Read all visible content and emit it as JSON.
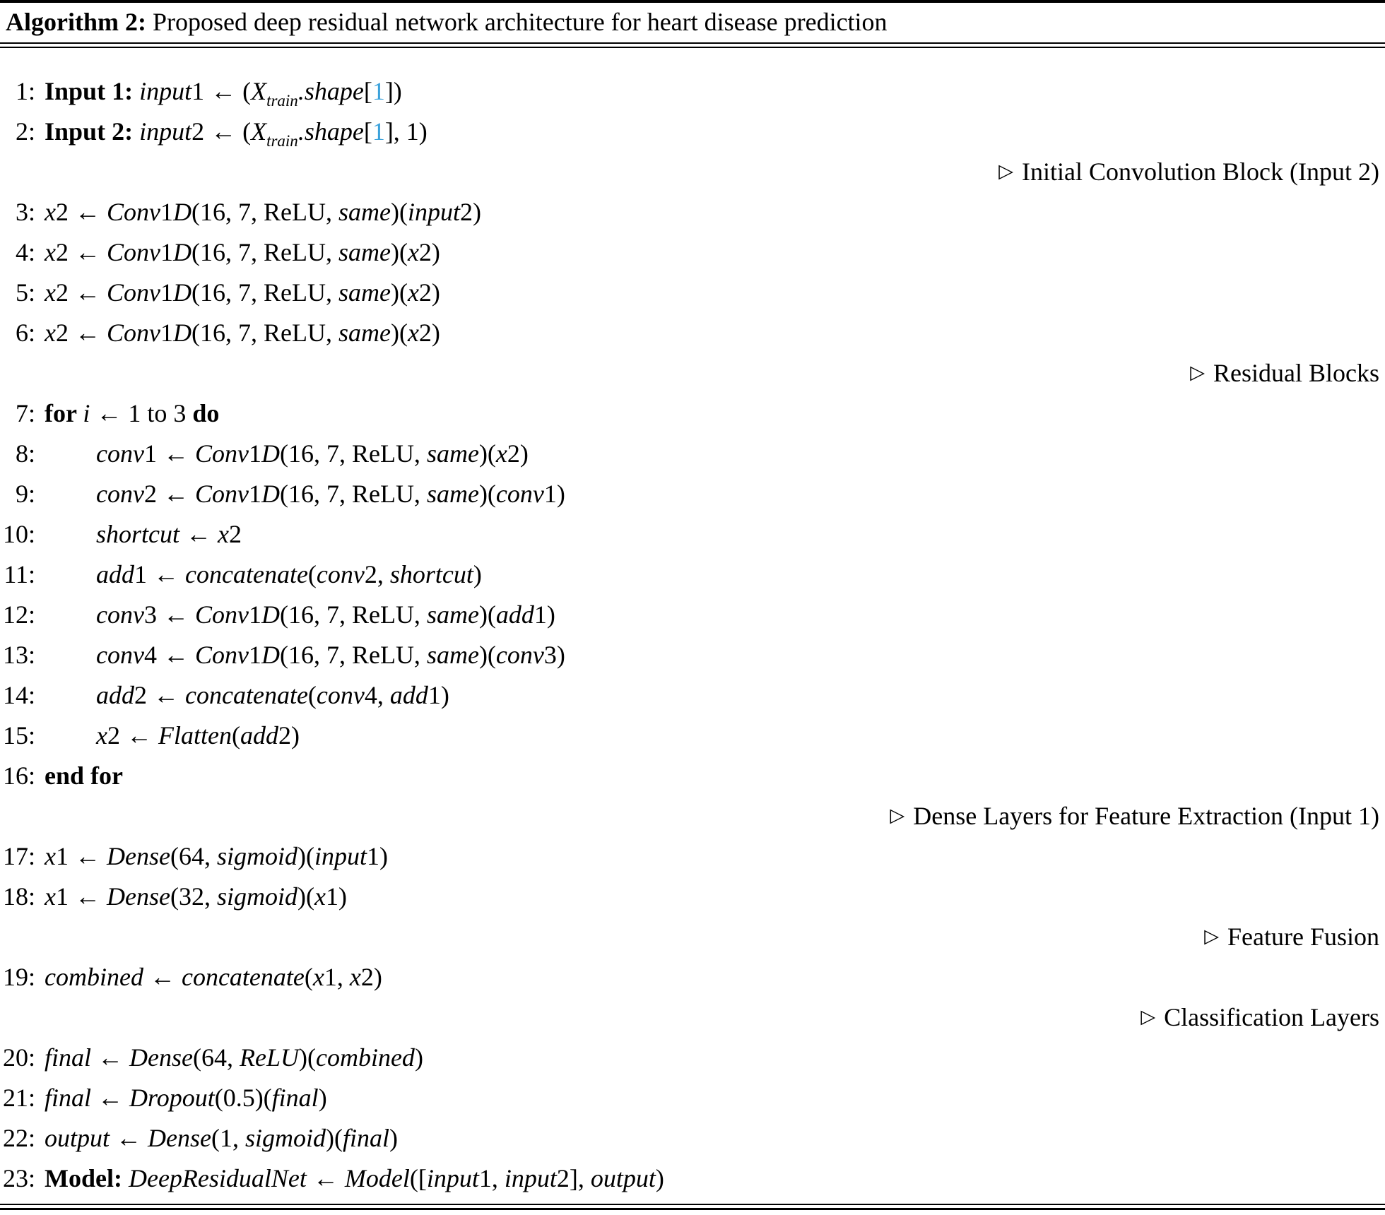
{
  "title": {
    "label": "Algorithm 2:",
    "text": " Proposed deep residual network architecture for heart disease prediction"
  },
  "colors": {
    "text": "#000000",
    "citation_blue": "#3BA2DB",
    "rule": "#000000"
  },
  "algorithm": {
    "lines": [
      {
        "type": "statement",
        "number": "1:",
        "indent": 0,
        "segments": [
          {
            "style": "bold",
            "text": "Input 1: "
          },
          {
            "style": "italic",
            "text": "input"
          },
          {
            "style": "roman",
            "text": "1 ← ("
          },
          {
            "style": "italic",
            "text": "X"
          },
          {
            "style": "sub",
            "text": "train"
          },
          {
            "style": "italic",
            "text": ".shape"
          },
          {
            "style": "roman",
            "text": "["
          },
          {
            "style": "blue",
            "text": "1"
          },
          {
            "style": "roman",
            "text": "])"
          }
        ]
      },
      {
        "type": "statement",
        "number": "2:",
        "indent": 0,
        "segments": [
          {
            "style": "bold",
            "text": "Input 2: "
          },
          {
            "style": "italic",
            "text": "input"
          },
          {
            "style": "roman",
            "text": "2 ← ("
          },
          {
            "style": "italic",
            "text": "X"
          },
          {
            "style": "sub",
            "text": "train"
          },
          {
            "style": "italic",
            "text": ".shape"
          },
          {
            "style": "roman",
            "text": "["
          },
          {
            "style": "blue",
            "text": "1"
          },
          {
            "style": "roman",
            "text": "], 1)"
          }
        ]
      },
      {
        "type": "comment",
        "marker": "▷",
        "text": "Initial Convolution Block (Input 2)"
      },
      {
        "type": "statement",
        "number": "3:",
        "indent": 0,
        "segments": [
          {
            "style": "italic",
            "text": "x"
          },
          {
            "style": "roman",
            "text": "2 ← "
          },
          {
            "style": "italic",
            "text": "Conv"
          },
          {
            "style": "roman",
            "text": "1"
          },
          {
            "style": "italic",
            "text": "D"
          },
          {
            "style": "roman",
            "text": "(16, 7, ReLU, "
          },
          {
            "style": "italic",
            "text": "same"
          },
          {
            "style": "roman",
            "text": ")("
          },
          {
            "style": "italic",
            "text": "input"
          },
          {
            "style": "roman",
            "text": "2)"
          }
        ]
      },
      {
        "type": "statement",
        "number": "4:",
        "indent": 0,
        "segments": [
          {
            "style": "italic",
            "text": "x"
          },
          {
            "style": "roman",
            "text": "2 ← "
          },
          {
            "style": "italic",
            "text": "Conv"
          },
          {
            "style": "roman",
            "text": "1"
          },
          {
            "style": "italic",
            "text": "D"
          },
          {
            "style": "roman",
            "text": "(16, 7, ReLU, "
          },
          {
            "style": "italic",
            "text": "same"
          },
          {
            "style": "roman",
            "text": ")("
          },
          {
            "style": "italic",
            "text": "x"
          },
          {
            "style": "roman",
            "text": "2)"
          }
        ]
      },
      {
        "type": "statement",
        "number": "5:",
        "indent": 0,
        "segments": [
          {
            "style": "italic",
            "text": "x"
          },
          {
            "style": "roman",
            "text": "2 ← "
          },
          {
            "style": "italic",
            "text": "Conv"
          },
          {
            "style": "roman",
            "text": "1"
          },
          {
            "style": "italic",
            "text": "D"
          },
          {
            "style": "roman",
            "text": "(16, 7, ReLU, "
          },
          {
            "style": "italic",
            "text": "same"
          },
          {
            "style": "roman",
            "text": ")("
          },
          {
            "style": "italic",
            "text": "x"
          },
          {
            "style": "roman",
            "text": "2)"
          }
        ]
      },
      {
        "type": "statement",
        "number": "6:",
        "indent": 0,
        "segments": [
          {
            "style": "italic",
            "text": "x"
          },
          {
            "style": "roman",
            "text": "2 ← "
          },
          {
            "style": "italic",
            "text": "Conv"
          },
          {
            "style": "roman",
            "text": "1"
          },
          {
            "style": "italic",
            "text": "D"
          },
          {
            "style": "roman",
            "text": "(16, 7, ReLU, "
          },
          {
            "style": "italic",
            "text": "same"
          },
          {
            "style": "roman",
            "text": ")("
          },
          {
            "style": "italic",
            "text": "x"
          },
          {
            "style": "roman",
            "text": "2)"
          }
        ]
      },
      {
        "type": "comment",
        "marker": "▷",
        "text": "Residual Blocks"
      },
      {
        "type": "statement",
        "number": "7:",
        "indent": 0,
        "segments": [
          {
            "style": "bold",
            "text": "for "
          },
          {
            "style": "italic",
            "text": "i"
          },
          {
            "style": "roman",
            "text": " ← 1 to 3 "
          },
          {
            "style": "bold",
            "text": "do"
          }
        ]
      },
      {
        "type": "statement",
        "number": "8:",
        "indent": 1,
        "segments": [
          {
            "style": "italic",
            "text": "conv"
          },
          {
            "style": "roman",
            "text": "1 ← "
          },
          {
            "style": "italic",
            "text": "Conv"
          },
          {
            "style": "roman",
            "text": "1"
          },
          {
            "style": "italic",
            "text": "D"
          },
          {
            "style": "roman",
            "text": "(16, 7, ReLU, "
          },
          {
            "style": "italic",
            "text": "same"
          },
          {
            "style": "roman",
            "text": ")("
          },
          {
            "style": "italic",
            "text": "x"
          },
          {
            "style": "roman",
            "text": "2)"
          }
        ]
      },
      {
        "type": "statement",
        "number": "9:",
        "indent": 1,
        "segments": [
          {
            "style": "italic",
            "text": "conv"
          },
          {
            "style": "roman",
            "text": "2 ← "
          },
          {
            "style": "italic",
            "text": "Conv"
          },
          {
            "style": "roman",
            "text": "1"
          },
          {
            "style": "italic",
            "text": "D"
          },
          {
            "style": "roman",
            "text": "(16, 7, ReLU, "
          },
          {
            "style": "italic",
            "text": "same"
          },
          {
            "style": "roman",
            "text": ")("
          },
          {
            "style": "italic",
            "text": "conv"
          },
          {
            "style": "roman",
            "text": "1)"
          }
        ]
      },
      {
        "type": "statement",
        "number": "10:",
        "indent": 1,
        "segments": [
          {
            "style": "italic",
            "text": "shortcut"
          },
          {
            "style": "roman",
            "text": " ← "
          },
          {
            "style": "italic",
            "text": "x"
          },
          {
            "style": "roman",
            "text": "2"
          }
        ]
      },
      {
        "type": "statement",
        "number": "11:",
        "indent": 1,
        "segments": [
          {
            "style": "italic",
            "text": "add"
          },
          {
            "style": "roman",
            "text": "1 ← "
          },
          {
            "style": "italic",
            "text": "concatenate"
          },
          {
            "style": "roman",
            "text": "("
          },
          {
            "style": "italic",
            "text": "conv"
          },
          {
            "style": "roman",
            "text": "2, "
          },
          {
            "style": "italic",
            "text": "shortcut"
          },
          {
            "style": "roman",
            "text": ")"
          }
        ]
      },
      {
        "type": "statement",
        "number": "12:",
        "indent": 1,
        "segments": [
          {
            "style": "italic",
            "text": "conv"
          },
          {
            "style": "roman",
            "text": "3 ← "
          },
          {
            "style": "italic",
            "text": "Conv"
          },
          {
            "style": "roman",
            "text": "1"
          },
          {
            "style": "italic",
            "text": "D"
          },
          {
            "style": "roman",
            "text": "(16, 7, ReLU, "
          },
          {
            "style": "italic",
            "text": "same"
          },
          {
            "style": "roman",
            "text": ")("
          },
          {
            "style": "italic",
            "text": "add"
          },
          {
            "style": "roman",
            "text": "1)"
          }
        ]
      },
      {
        "type": "statement",
        "number": "13:",
        "indent": 1,
        "segments": [
          {
            "style": "italic",
            "text": "conv"
          },
          {
            "style": "roman",
            "text": "4 ← "
          },
          {
            "style": "italic",
            "text": "Conv"
          },
          {
            "style": "roman",
            "text": "1"
          },
          {
            "style": "italic",
            "text": "D"
          },
          {
            "style": "roman",
            "text": "(16, 7, ReLU, "
          },
          {
            "style": "italic",
            "text": "same"
          },
          {
            "style": "roman",
            "text": ")("
          },
          {
            "style": "italic",
            "text": "conv"
          },
          {
            "style": "roman",
            "text": "3)"
          }
        ]
      },
      {
        "type": "statement",
        "number": "14:",
        "indent": 1,
        "segments": [
          {
            "style": "italic",
            "text": "add"
          },
          {
            "style": "roman",
            "text": "2 ← "
          },
          {
            "style": "italic",
            "text": "concatenate"
          },
          {
            "style": "roman",
            "text": "("
          },
          {
            "style": "italic",
            "text": "conv"
          },
          {
            "style": "roman",
            "text": "4, "
          },
          {
            "style": "italic",
            "text": "add"
          },
          {
            "style": "roman",
            "text": "1)"
          }
        ]
      },
      {
        "type": "statement",
        "number": "15:",
        "indent": 1,
        "segments": [
          {
            "style": "italic",
            "text": "x"
          },
          {
            "style": "roman",
            "text": "2 ← "
          },
          {
            "style": "italic",
            "text": "Flatten"
          },
          {
            "style": "roman",
            "text": "("
          },
          {
            "style": "italic",
            "text": "add"
          },
          {
            "style": "roman",
            "text": "2)"
          }
        ]
      },
      {
        "type": "statement",
        "number": "16:",
        "indent": 0,
        "segments": [
          {
            "style": "bold",
            "text": "end for"
          }
        ]
      },
      {
        "type": "comment",
        "marker": "▷",
        "text": "Dense Layers for Feature Extraction (Input 1)"
      },
      {
        "type": "statement",
        "number": "17:",
        "indent": 0,
        "segments": [
          {
            "style": "italic",
            "text": "x"
          },
          {
            "style": "roman",
            "text": "1 ← "
          },
          {
            "style": "italic",
            "text": "Dense"
          },
          {
            "style": "roman",
            "text": "(64, "
          },
          {
            "style": "italic",
            "text": "sigmoid"
          },
          {
            "style": "roman",
            "text": ")("
          },
          {
            "style": "italic",
            "text": "input"
          },
          {
            "style": "roman",
            "text": "1)"
          }
        ]
      },
      {
        "type": "statement",
        "number": "18:",
        "indent": 0,
        "segments": [
          {
            "style": "italic",
            "text": "x"
          },
          {
            "style": "roman",
            "text": "1 ← "
          },
          {
            "style": "italic",
            "text": "Dense"
          },
          {
            "style": "roman",
            "text": "(32, "
          },
          {
            "style": "italic",
            "text": "sigmoid"
          },
          {
            "style": "roman",
            "text": ")("
          },
          {
            "style": "italic",
            "text": "x"
          },
          {
            "style": "roman",
            "text": "1)"
          }
        ]
      },
      {
        "type": "comment",
        "marker": "▷",
        "text": "Feature Fusion"
      },
      {
        "type": "statement",
        "number": "19:",
        "indent": 0,
        "segments": [
          {
            "style": "italic",
            "text": "combined"
          },
          {
            "style": "roman",
            "text": " ← "
          },
          {
            "style": "italic",
            "text": "concatenate"
          },
          {
            "style": "roman",
            "text": "("
          },
          {
            "style": "italic",
            "text": "x"
          },
          {
            "style": "roman",
            "text": "1, "
          },
          {
            "style": "italic",
            "text": "x"
          },
          {
            "style": "roman",
            "text": "2)"
          }
        ]
      },
      {
        "type": "comment",
        "marker": "▷",
        "text": "Classification Layers"
      },
      {
        "type": "statement",
        "number": "20:",
        "indent": 0,
        "segments": [
          {
            "style": "italic",
            "text": "final"
          },
          {
            "style": "roman",
            "text": " ← "
          },
          {
            "style": "italic",
            "text": "Dense"
          },
          {
            "style": "roman",
            "text": "(64, "
          },
          {
            "style": "italic",
            "text": "ReLU"
          },
          {
            "style": "roman",
            "text": ")("
          },
          {
            "style": "italic",
            "text": "combined"
          },
          {
            "style": "roman",
            "text": ")"
          }
        ]
      },
      {
        "type": "statement",
        "number": "21:",
        "indent": 0,
        "segments": [
          {
            "style": "italic",
            "text": "final"
          },
          {
            "style": "roman",
            "text": " ← "
          },
          {
            "style": "italic",
            "text": "Dropout"
          },
          {
            "style": "roman",
            "text": "(0.5)("
          },
          {
            "style": "italic",
            "text": "final"
          },
          {
            "style": "roman",
            "text": ")"
          }
        ]
      },
      {
        "type": "statement",
        "number": "22:",
        "indent": 0,
        "segments": [
          {
            "style": "italic",
            "text": "output"
          },
          {
            "style": "roman",
            "text": " ← "
          },
          {
            "style": "italic",
            "text": "Dense"
          },
          {
            "style": "roman",
            "text": "(1, "
          },
          {
            "style": "italic",
            "text": "sigmoid"
          },
          {
            "style": "roman",
            "text": ")("
          },
          {
            "style": "italic",
            "text": "final"
          },
          {
            "style": "roman",
            "text": ")"
          }
        ]
      },
      {
        "type": "statement",
        "number": "23:",
        "indent": 0,
        "segments": [
          {
            "style": "bold",
            "text": "Model: "
          },
          {
            "style": "italic",
            "text": "DeepResidualNet"
          },
          {
            "style": "roman",
            "text": " ← "
          },
          {
            "style": "italic",
            "text": "Model"
          },
          {
            "style": "roman",
            "text": "(["
          },
          {
            "style": "italic",
            "text": "input"
          },
          {
            "style": "roman",
            "text": "1, "
          },
          {
            "style": "italic",
            "text": "input"
          },
          {
            "style": "roman",
            "text": "2], "
          },
          {
            "style": "italic",
            "text": "output"
          },
          {
            "style": "roman",
            "text": ")"
          }
        ]
      }
    ]
  }
}
